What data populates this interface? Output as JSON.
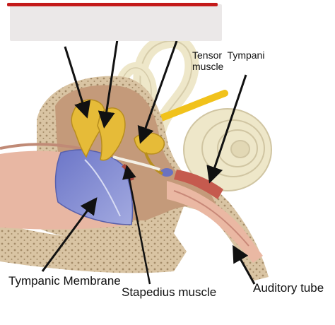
{
  "labels": {
    "tensor_tympani": "Tensor  Tympani",
    "tensor_tympani_line2": "muscle",
    "tympanic_membrane": "Tympanic Membrane",
    "stapedius_muscle": "Stapedius muscle",
    "auditory_tube": "Auditory tube"
  },
  "colors": {
    "bone": "#d9c4a3",
    "bone_dark": "#b9a07c",
    "cavity": "#c49a7a",
    "ossicle": "#e6bb38",
    "membrane": "#7d86cf",
    "labyrinth": "#eee7c9",
    "nerve": "#f1c21b",
    "tube_wall": "#eab8a3",
    "muscle": "#c55a4e",
    "blank_bar": "#c41a1a"
  },
  "icons": [
    "arrow-icon"
  ]
}
